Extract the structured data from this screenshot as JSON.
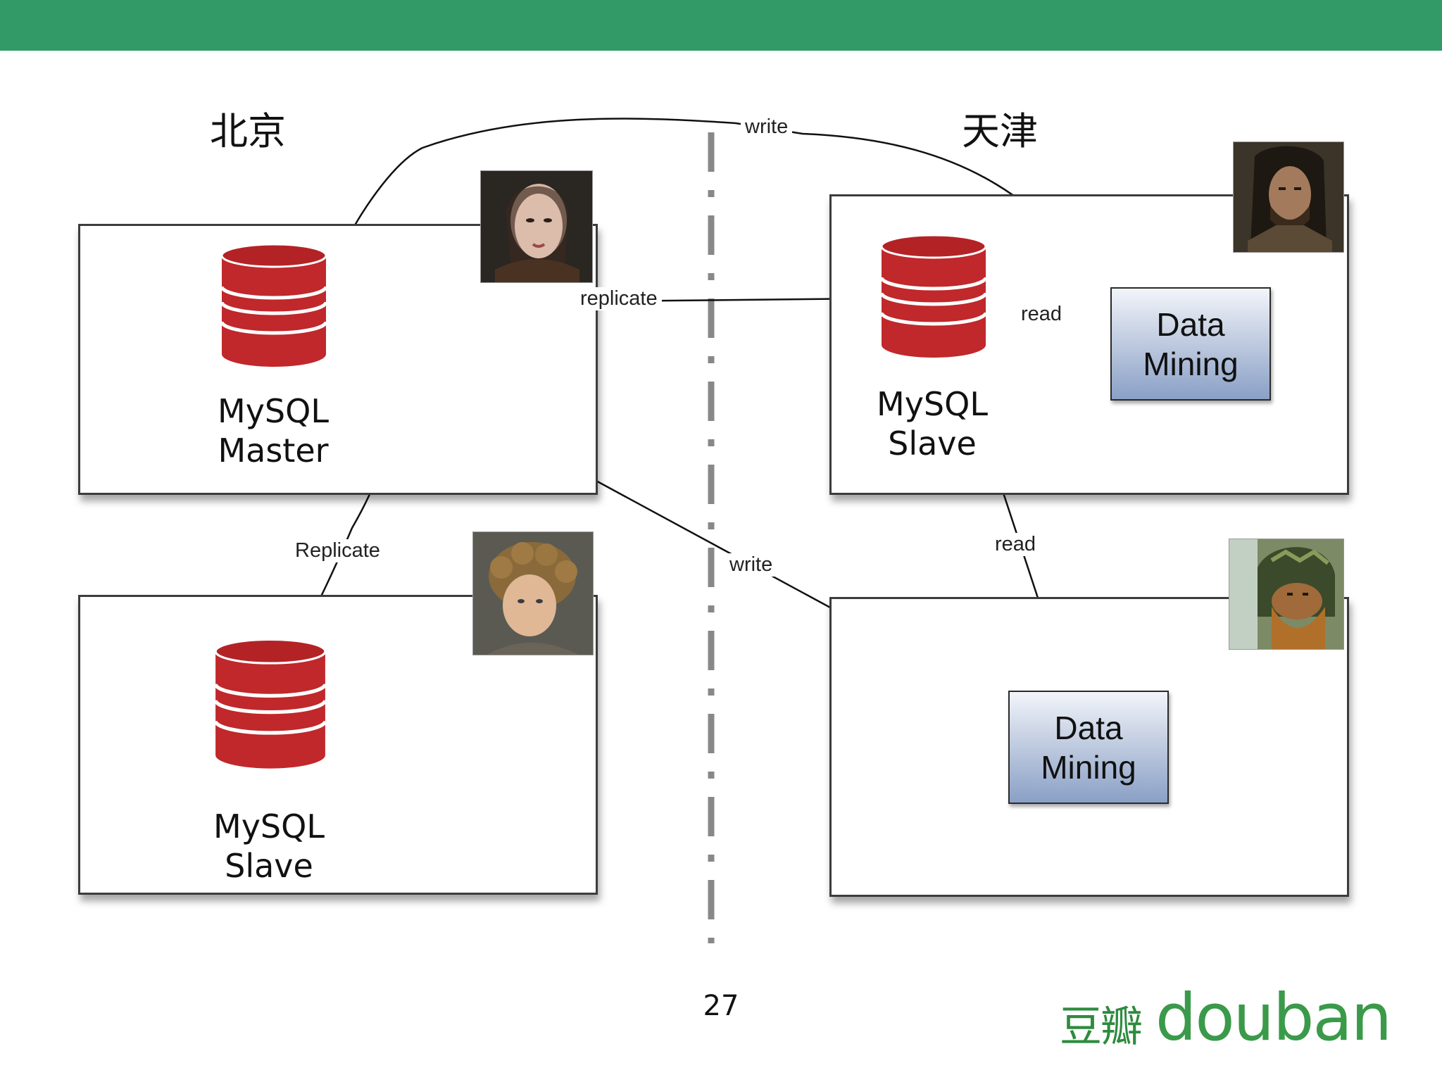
{
  "slide": {
    "page_number": "27",
    "colors": {
      "header_bar": "#319a66",
      "db_red": "#c0282b",
      "box_blue": "#8aa0c6"
    }
  },
  "regions": {
    "left": "北京",
    "right": "天津"
  },
  "nodes": {
    "master_label": "MySQL\nMaster",
    "bj_slave_label": "MySQL\nSlave",
    "tj_slave_label": "MySQL\nSlave",
    "dm1_label": "Data\nMining",
    "dm2_label": "Data\nMining"
  },
  "edges": {
    "write_top": "write",
    "replicate": "replicate",
    "read_right": "read",
    "replicate_down": "Replicate",
    "write_mid": "write",
    "read_mid": "read"
  },
  "avatars": [
    "portrait-woman",
    "portrait-warrior",
    "portrait-curly-hair",
    "portrait-dwarf-helmet"
  ],
  "logo": {
    "cn": "豆瓣",
    "en": "douban"
  }
}
